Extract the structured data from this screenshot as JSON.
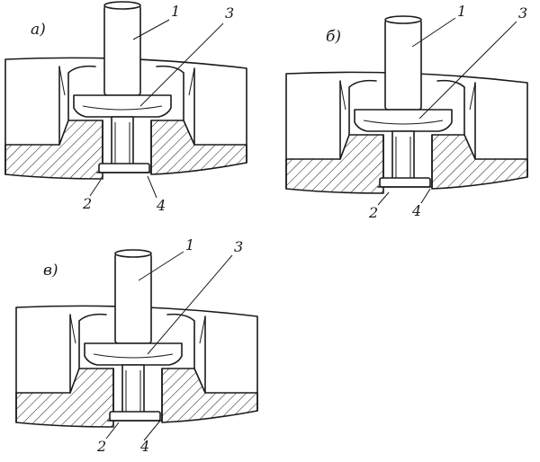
{
  "figures": [
    {
      "label": "а)",
      "callouts": {
        "plunger": "1",
        "die": "3",
        "base": "2",
        "ring": "4"
      }
    },
    {
      "label": "б)",
      "callouts": {
        "plunger": "1",
        "die": "3",
        "base": "2",
        "ring": "4"
      }
    },
    {
      "label": "в)",
      "callouts": {
        "plunger": "1",
        "die": "3",
        "base": "2",
        "ring": "4"
      }
    }
  ]
}
